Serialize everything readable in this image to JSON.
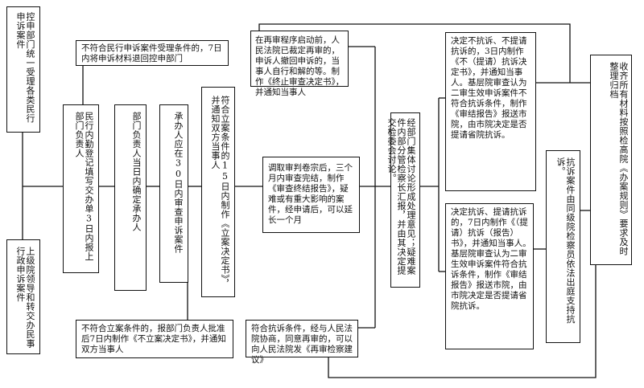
{
  "boxes": {
    "jurisdiction": "控申部门统一受理各类民行申诉案件",
    "superior_transfer": "上级院领导和转交办民事行政申诉案件",
    "registration": "民行内勤登记填写交办单3日内报上部门负责人",
    "reject_return": "不符合民行申诉案件受理条件的，7日内将申诉材料退回控申部门",
    "dept_head": "部门负责人当日内确定承办人",
    "handler": "承办人应在30日内审查申诉案件",
    "notify_accept": "符合立案条件的15日内制作《立案决定书》，并通知双方当事人",
    "reject_filing": "不符合立案条件的，报部门负责人批准后7日内制作《不立案决定书》，并通知双方当事人",
    "retrieve_file": "调取审判卷宗后，三个月内审查完结，制作《审查终结报告》，疑难或有重大影响的案件，经申请后，可以延长一个月",
    "retrial_start": "在再审程序启动前，人民法院已裁定再审的，申诉人撤回申诉的，当事人自行和解的等。制作《终止审查决定书》，并通知当事人",
    "collective": "经部门集体讨论形成处理意见；疑难案件内部分管检察长汇报，并由其决定提交检委会讨论。",
    "no_protest": "决定不抗诉、不提请抗诉的，3日内制作《不（提请）抗诉决定书》，并通知当事人。基层院审查认为二审生效申诉案件不符合抗诉条件，制作《审结报告》报送市院，由市院决定是否提请省院抗诉。",
    "protest": "决定抗诉、提请抗诉的，7日内制作《（提请）抗诉（报告）书》，并通知当事人。基层院审查认为二审生效申诉案件符合抗诉条件，制作《审结报告》报送市院，由市院决定是否提请省院抗诉。",
    "retrial_suggest": "符合抗诉条件，经与人民法院协商，同意再审的，可以向人民法院发《再审检察建议》",
    "court_appearance": "抗诉案件由同级院检察员依法出庭支持抗诉。",
    "archive": "收齐所有材料按照检高院《办案规则》要求及时整理归档"
  }
}
